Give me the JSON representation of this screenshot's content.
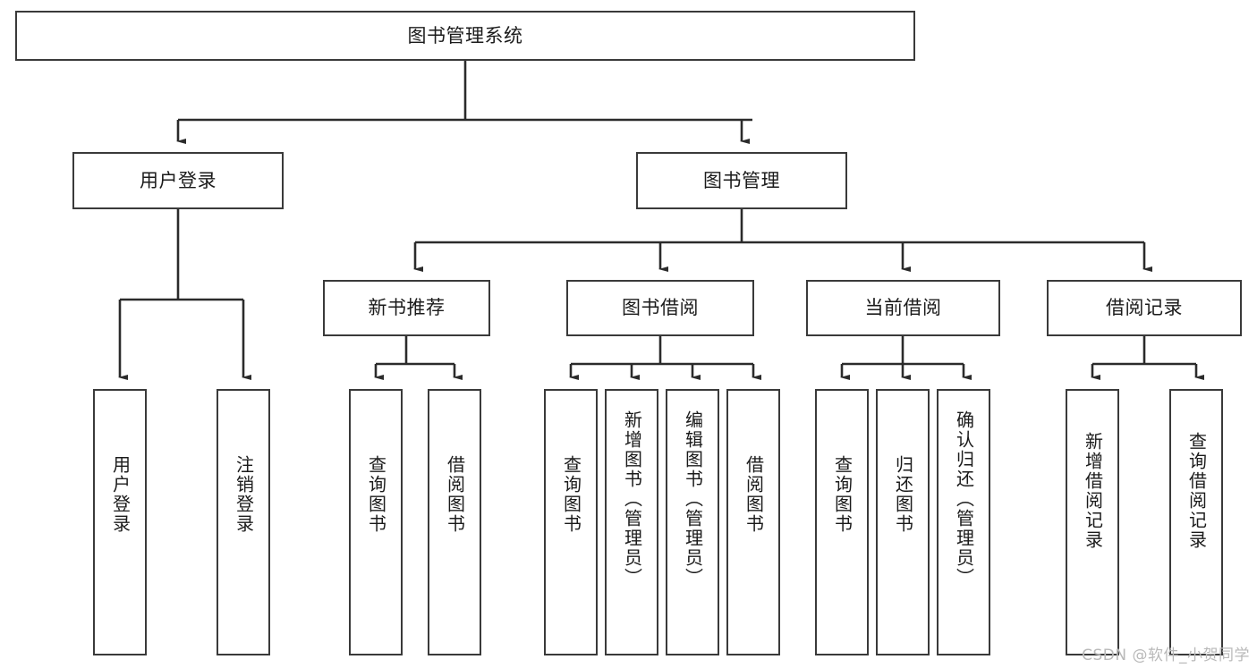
{
  "diagram": {
    "title": "图书管理系统",
    "type": "hierarchy-tree",
    "root": {
      "label": "图书管理系统"
    },
    "level2": [
      {
        "label": "用户登录"
      },
      {
        "label": "图书管理"
      }
    ],
    "level3": [
      {
        "label": "新书推荐"
      },
      {
        "label": "图书借阅"
      },
      {
        "label": "当前借阅"
      },
      {
        "label": "借阅记录"
      }
    ],
    "leaves": {
      "user_login": [
        {
          "label": "用户登录"
        },
        {
          "label": "注销登录"
        }
      ],
      "new_book_recommend": [
        {
          "label": "查询图书"
        },
        {
          "label": "借阅图书"
        }
      ],
      "book_borrow": [
        {
          "label": "查询图书"
        },
        {
          "label": "新增图书（管理员）"
        },
        {
          "label": "编辑图书（管理员）"
        },
        {
          "label": "借阅图书"
        }
      ],
      "current_borrow": [
        {
          "label": "查询图书"
        },
        {
          "label": "归还图书"
        },
        {
          "label": "确认归还（管理员）"
        }
      ],
      "borrow_record": [
        {
          "label": "新增借阅记录"
        },
        {
          "label": "查询借阅记录"
        }
      ]
    },
    "colors": {
      "box_border": "#3a3a3a",
      "box_fill": "#ffffff",
      "edge": "#2b2b2b",
      "text": "#1b1b1b",
      "watermark": "#b9b9b9"
    }
  },
  "watermark": {
    "text": "CSDN @软件_小贺同学"
  }
}
